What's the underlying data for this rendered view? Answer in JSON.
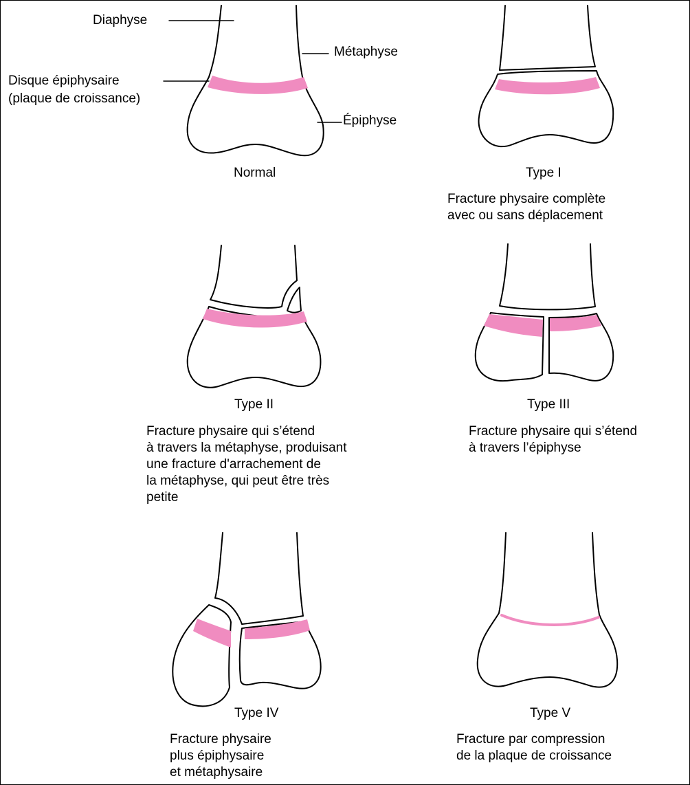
{
  "labels": {
    "diaphyse": "Diaphyse",
    "metaphyse": "Métaphyse",
    "disque": "Disque épiphysaire",
    "plaque": "(plaque de croissance)",
    "epiphyse": "Épiphyse"
  },
  "panels": [
    {
      "title": "Normal",
      "desc": []
    },
    {
      "title": "Type I",
      "desc": [
        "Fracture physaire complète",
        "avec ou sans déplacement"
      ]
    },
    {
      "title": "Type II",
      "desc": [
        "Fracture physaire qui s’étend",
        "à travers la métaphyse, produisant",
        "une fracture d'arrachement de",
        "la métaphyse, qui peut être très",
        "petite"
      ]
    },
    {
      "title": "Type III",
      "desc": [
        "Fracture physaire qui s’étend",
        "à travers l’épiphyse"
      ]
    },
    {
      "title": "Type IV",
      "desc": [
        "Fracture physaire",
        "plus épiphysaire",
        "et métaphysaire"
      ]
    },
    {
      "title": "Type V",
      "desc": [
        "Fracture par compression",
        "de la plaque de croissance"
      ]
    }
  ],
  "colors": {
    "growth_plate": "#f08cc0",
    "outline": "#000000",
    "background": "#ffffff"
  }
}
